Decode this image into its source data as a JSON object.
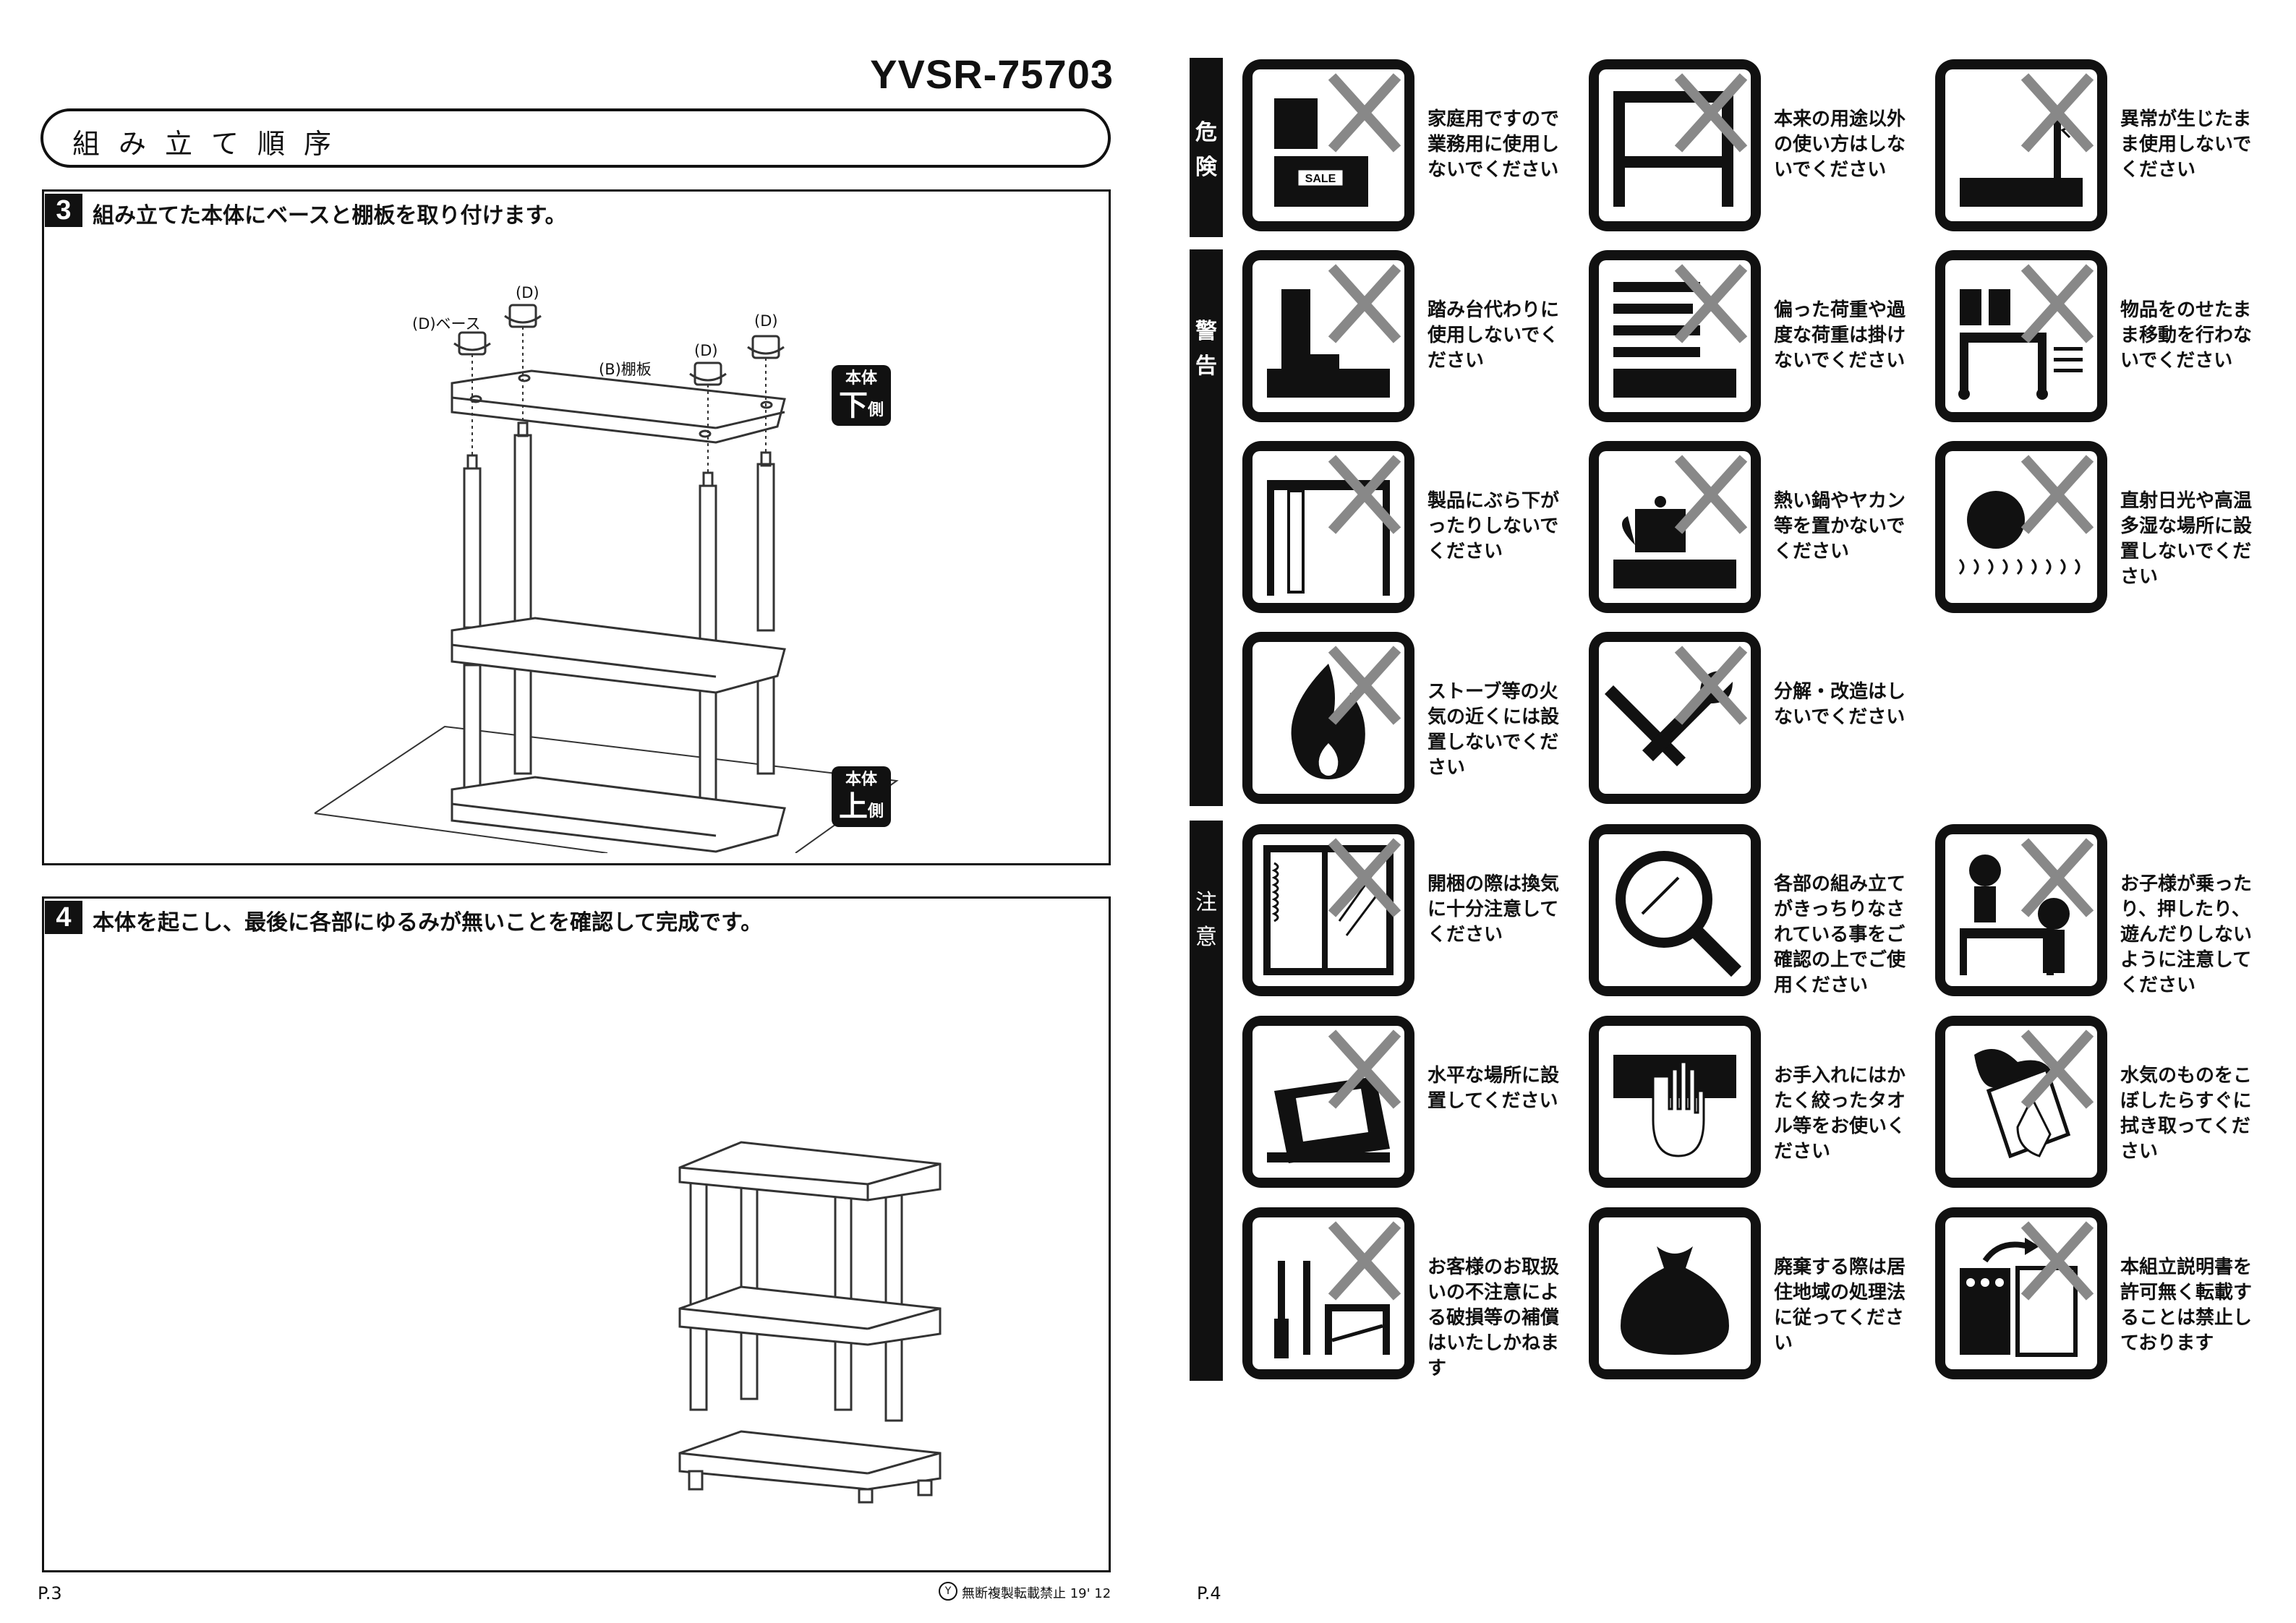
{
  "header": {
    "model": "YVSR-75703",
    "section_title": "組み立て順序"
  },
  "step3": {
    "number": "3",
    "text": "組み立てた本体にベースと棚板を取り付けます。",
    "labels": {
      "d_base": "(D)ベース",
      "d1": "(D)",
      "d2": "(D)",
      "d3": "(D)",
      "b_shelf": "(B)棚板"
    },
    "badge_bottom": {
      "line1": "本体",
      "big": "下",
      "small": "側"
    },
    "badge_top": {
      "line1": "本体",
      "big": "上",
      "small": "側"
    }
  },
  "step4": {
    "number": "4",
    "text": "本体を起こし、最後に各部にゆるみが無いことを確認して完成です。"
  },
  "footer": {
    "page_left": "P.3",
    "page_right": "P.4",
    "copyright_mark": "Y",
    "copyright": "無断複製転載禁止 19' 12"
  },
  "categories": {
    "danger": "危険",
    "warning": "警告",
    "caution": "注意"
  },
  "warnings": [
    {
      "icon": "sale-counter-icon",
      "text": "家庭用ですので業務用に使用しないでください"
    },
    {
      "icon": "misuse-shelf-icon",
      "text": "本来の用途以外の使い方はしないでください"
    },
    {
      "icon": "abnormal-use-icon",
      "text": "異常が生じたまま使用しないでください"
    },
    {
      "icon": "step-stool-icon",
      "text": "踏み台代わりに使用しないでください"
    },
    {
      "icon": "uneven-load-icon",
      "text": "偏った荷重や過度な荷重は掛けないでください"
    },
    {
      "icon": "move-with-items-icon",
      "text": "物品をのせたまま移動を行わないでください"
    },
    {
      "icon": "hanging-icon",
      "text": "製品にぶら下がったりしないでください"
    },
    {
      "icon": "hot-pot-icon",
      "text": "熱い鍋やヤカン等を置かないでください"
    },
    {
      "icon": "sunlight-humidity-icon",
      "text": "直射日光や高温多湿な場所に設置しないでください"
    },
    {
      "icon": "fire-icon",
      "text": "ストーブ等の火気の近くには設置しないでください"
    },
    {
      "icon": "tools-icon",
      "text": "分解・改造はしないでください"
    },
    {
      "icon": "ventilation-icon",
      "text": "開梱の際は換気に十分注意してください"
    },
    {
      "icon": "magnifier-icon",
      "text": "各部の組み立てがきっちりなされている事をご確認の上でご使用ください"
    },
    {
      "icon": "children-icon",
      "text": "お子様が乗ったり、押したり、遊んだりしないように注意してください"
    },
    {
      "icon": "level-place-icon",
      "text": "水平な場所に設置してください"
    },
    {
      "icon": "cleaning-hand-icon",
      "text": "お手入れにはかたく絞ったタオル等をお使いください"
    },
    {
      "icon": "wipe-water-icon",
      "text": "水気のものをこぼしたらすぐに拭き取ってください"
    },
    {
      "icon": "damage-tools-icon",
      "text": "お客様のお取扱いの不注意による破損等の補償はいたしかねます"
    },
    {
      "icon": "disposal-bag-icon",
      "text": "廃棄する際は居住地域の処理法に従ってください"
    },
    {
      "icon": "copy-prohibited-icon",
      "text": "本組立説明書を許可無く転載することは禁止しております"
    }
  ]
}
